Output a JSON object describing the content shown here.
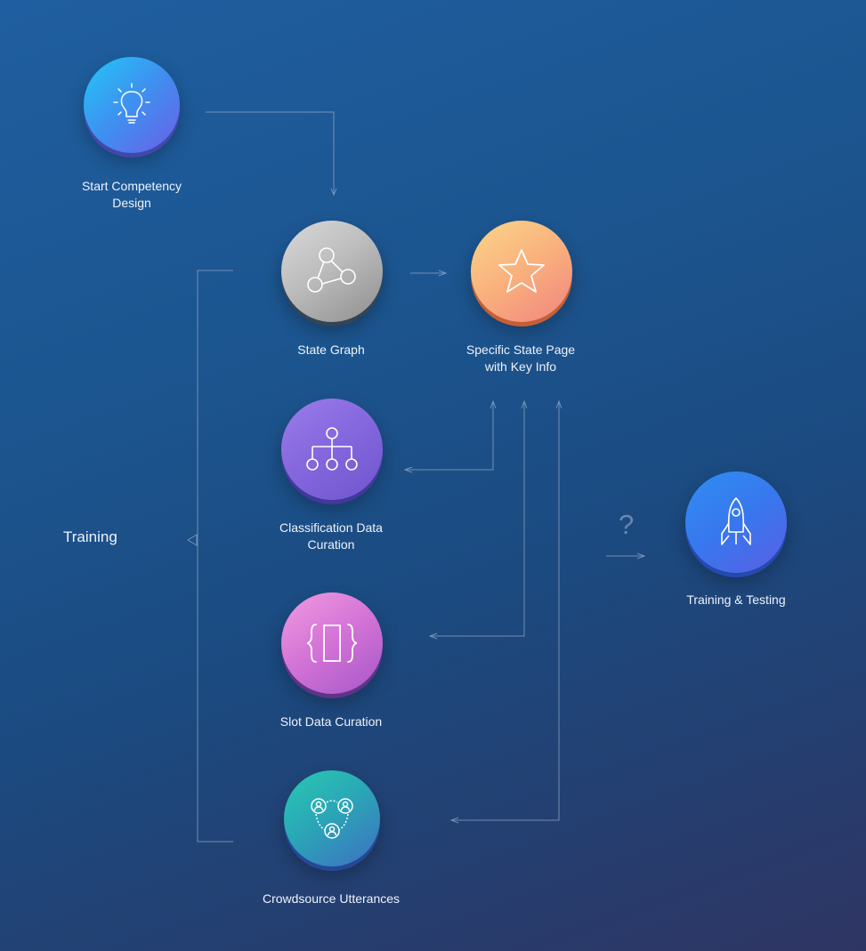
{
  "nodes": {
    "start": {
      "label": "Start Competency\nDesign",
      "icon": "lightbulb-icon"
    },
    "state_graph": {
      "label": "State Graph",
      "icon": "graph-nodes-icon"
    },
    "specific_state": {
      "label": "Specific State Page\nwith Key Info",
      "icon": "star-icon"
    },
    "classification": {
      "label": "Classification Data\nCuration",
      "icon": "hierarchy-tree-icon"
    },
    "slot": {
      "label": "Slot Data Curation",
      "icon": "curly-braces-icon"
    },
    "crowd": {
      "label": "Crowdsource Utterances",
      "icon": "people-network-icon"
    },
    "training_testing": {
      "label": "Training & Testing",
      "icon": "rocket-icon"
    }
  },
  "group_label": "Training",
  "question_mark": "?",
  "colors": {
    "background_top": "#1f5ea0",
    "background_bottom": "#2f3563",
    "connector": "#8fa6c4"
  }
}
